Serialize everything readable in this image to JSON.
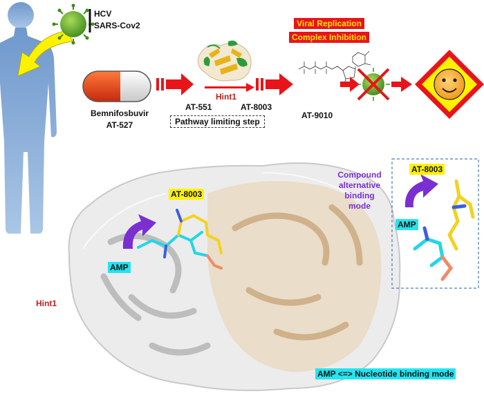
{
  "virus": {
    "items": [
      "HCV",
      "SARS-Cov2"
    ]
  },
  "drug": {
    "name": "Bemnifosbuvir",
    "code": "AT-527"
  },
  "pathway": {
    "enzyme_label": "Hint1",
    "from": "AT-551",
    "to": "AT-8003",
    "limiting_step": "Pathway limiting step",
    "triphosphate": "AT-9010"
  },
  "inhibition": {
    "line1": "Viral Replication",
    "line2": "Complex Inhibition"
  },
  "structure": {
    "compound_label": "AT-8003",
    "amp_label": "AMP",
    "protein_label": "Hint1",
    "mode_caption": "AMP <=> Nucleotide binding mode"
  },
  "inset": {
    "caption_lines": [
      "Compound",
      "alternative",
      "binding",
      "mode"
    ],
    "compound_label": "AT-8003",
    "amp_label": "AMP"
  },
  "colors": {
    "arrow_red": "#e8141a",
    "highlight_yellow": "#fff200",
    "highlight_cyan": "#22e5f0",
    "purple": "#7a2fd0",
    "hint1_red": "#c0201a",
    "virus_green": "#5fa82a"
  }
}
